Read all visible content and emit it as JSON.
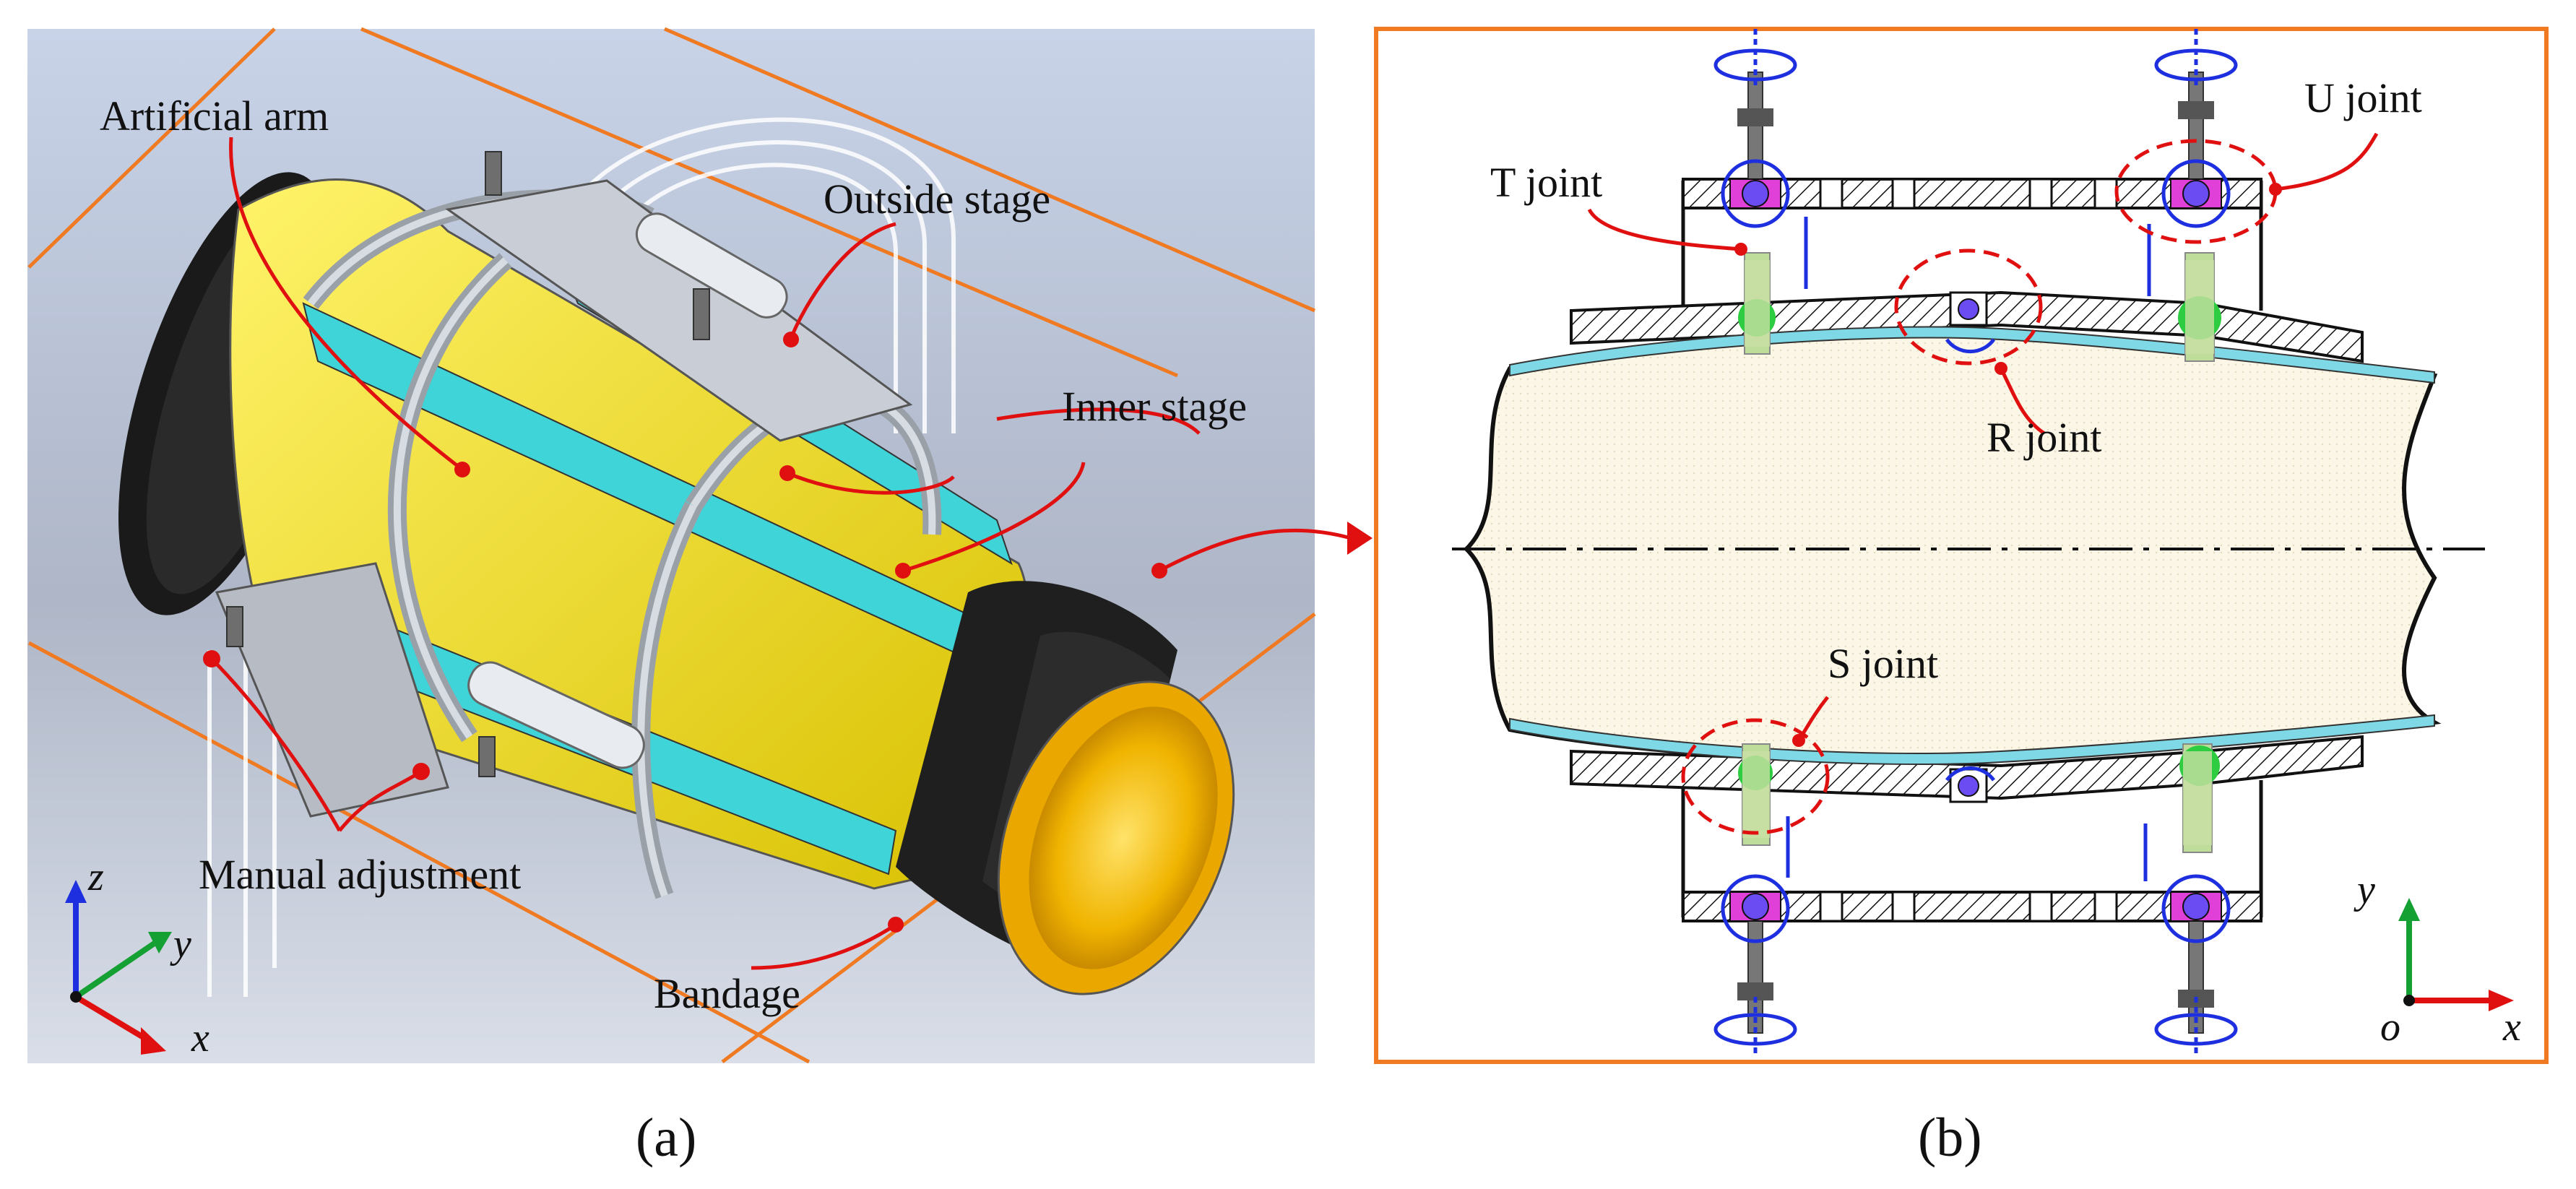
{
  "panel_a": {
    "caption": "(a)",
    "labels": {
      "artificial_arm": "Artificial arm",
      "outside_stage": "Outside stage",
      "inner_stage": "Inner stage",
      "manual_adjustment": "Manual adjustment",
      "bandage": "Bandage"
    },
    "axes": {
      "z": "z",
      "y": "y",
      "x": "x"
    }
  },
  "panel_b": {
    "caption": "(b)",
    "labels": {
      "t_joint": "T joint",
      "u_joint": "U joint",
      "r_joint": "R joint",
      "s_joint": "S joint"
    },
    "axes": {
      "y": "y",
      "o": "o",
      "x": "x"
    }
  },
  "colors": {
    "frame_orange": "#F07A22",
    "leader_red": "#E01010",
    "arrow_blue": "#1E2FE0",
    "axis_green": "#15A034",
    "arm_yellow": "#F2E21A",
    "stage_cyan": "#3FD4D8",
    "joint_magenta": "#E040D8",
    "joint_green": "#2ECC40",
    "limb_cream": "#FAF5E6"
  }
}
